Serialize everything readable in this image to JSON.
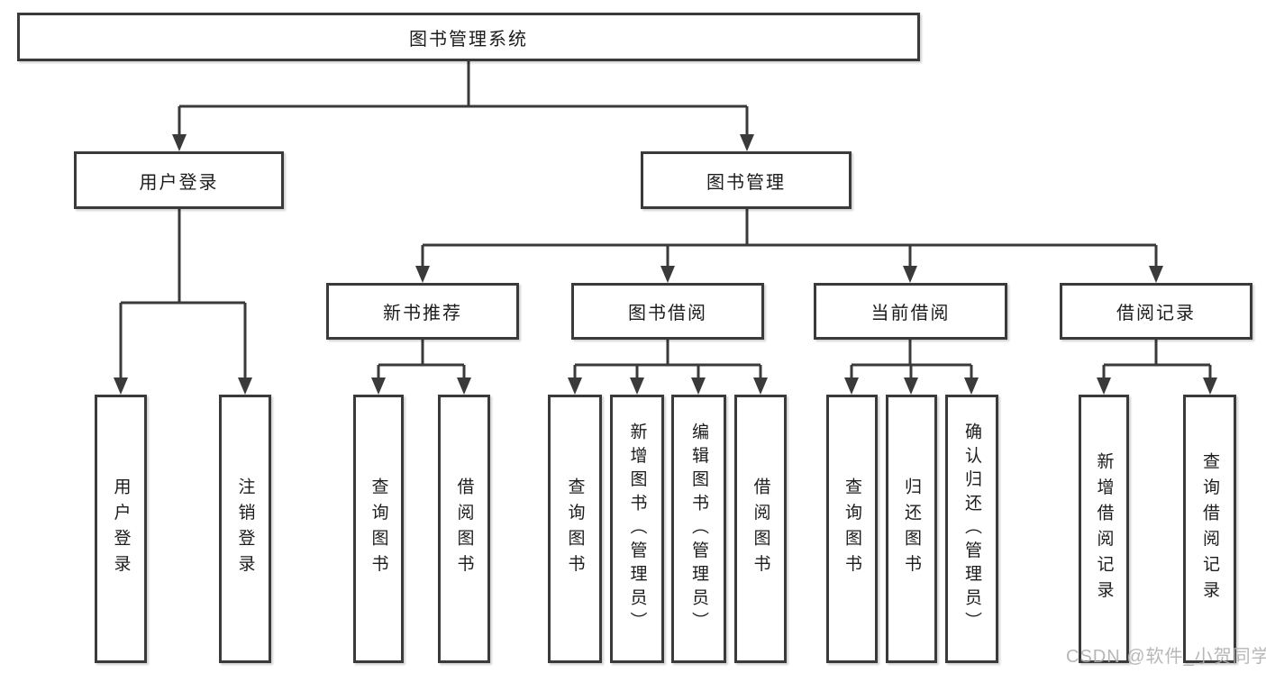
{
  "colors": {
    "line": "#3a3a3a",
    "box_border": "#3a3a3a",
    "box_fill": "#ffffff",
    "text": "#1c1c1c",
    "background": "#ffffff",
    "watermark": "#afafaf"
  },
  "watermark": "CSDN @软件_小贺同学",
  "tree": {
    "root": {
      "label": "图书管理系统"
    },
    "branches": [
      {
        "label": "用户登录",
        "children": [
          {
            "label": "用户登录"
          },
          {
            "label": "注销登录"
          }
        ]
      },
      {
        "label": "图书管理",
        "children": [
          {
            "label": "新书推荐",
            "children": [
              {
                "label": "查询图书"
              },
              {
                "label": "借阅图书"
              }
            ]
          },
          {
            "label": "图书借阅",
            "children": [
              {
                "label": "查询图书"
              },
              {
                "label": "新增图书（管理员）"
              },
              {
                "label": "编辑图书（管理员）"
              },
              {
                "label": "借阅图书"
              }
            ]
          },
          {
            "label": "当前借阅",
            "children": [
              {
                "label": "查询图书"
              },
              {
                "label": "归还图书"
              },
              {
                "label": "确认归还（管理员）"
              }
            ]
          },
          {
            "label": "借阅记录",
            "children": [
              {
                "label": "新增借阅记录"
              },
              {
                "label": "查询借阅记录"
              }
            ]
          }
        ]
      }
    ]
  }
}
